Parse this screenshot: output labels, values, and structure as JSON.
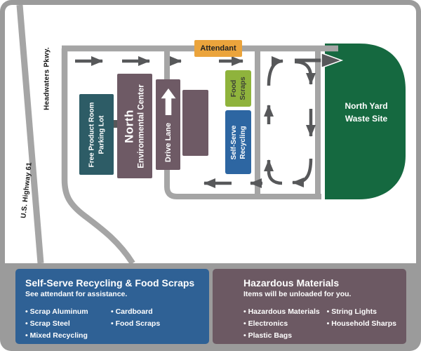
{
  "map": {
    "road_labels": {
      "highway": "U.S. Highway 61",
      "parkway": "Headwaters Pkwy."
    },
    "attendant_label": "Attendant",
    "buildings": {
      "free_product": {
        "line1": "Free Product Room",
        "line2": "Parking Lot"
      },
      "environmental_center": {
        "line1": "North",
        "line2": "Environmental Center"
      },
      "drive_lane": {
        "label": "Drive Lane"
      },
      "food_scraps": {
        "line1": "Food",
        "line2": "Scraps"
      },
      "self_serve": {
        "line1": "Self-Serve",
        "line2": "Recycling"
      },
      "yard_waste": {
        "line1": "North Yard",
        "line2": "Waste Site"
      }
    }
  },
  "panels": {
    "self_serve": {
      "title": "Self-Serve Recycling & Food Scraps",
      "subtitle": "See attendant for assistance.",
      "col1": [
        "Scrap Aluminum",
        "Scrap Steel",
        "Mixed Recycling"
      ],
      "col2": [
        "Cardboard",
        "Food Scraps"
      ]
    },
    "hazardous": {
      "title": "Hazardous Materials",
      "subtitle": "Items will be unloaded for you.",
      "col1": [
        "Hazardous Materials",
        "Electronics",
        "Plastic Bags"
      ],
      "col2": [
        "String Lights",
        "Household Sharps"
      ]
    }
  },
  "colors": {
    "frame_gray": "#9b9b9b",
    "road_gray": "#a5a5a5",
    "arrow_gray": "#57585a",
    "building_teal": "#2d5c66",
    "building_purple": "#6e5a65",
    "food_scraps_green": "#8fb33c",
    "self_serve_blue": "#2d66a2",
    "yard_waste_green": "#156940",
    "attendant_orange": "#eba43c",
    "panel_blue": "#2f6195",
    "panel_purple": "#6c5963"
  }
}
